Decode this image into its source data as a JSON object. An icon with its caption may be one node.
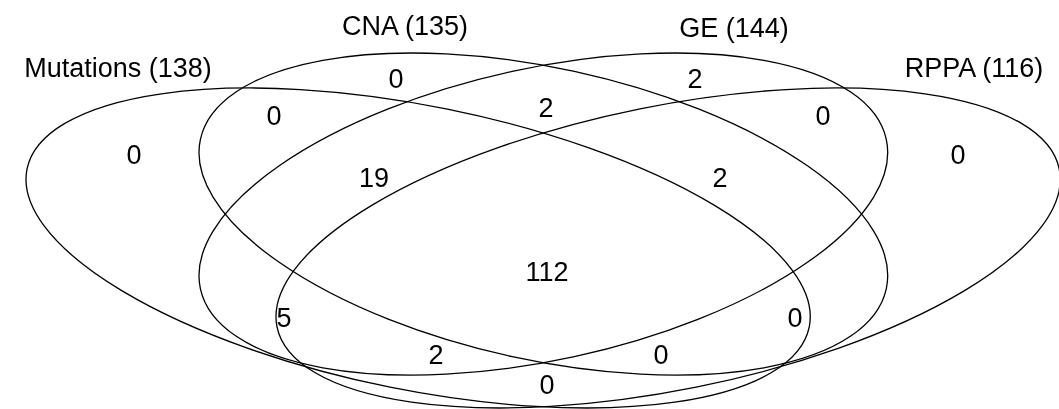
{
  "diagram": {
    "nodes": [
      {
        "text": [
          "Mutations (138)"
        ]
      },
      {
        "text": [
          "CNA (135)"
        ]
      },
      {
        "text": [
          "GE (144)"
        ]
      },
      {
        "text": [
          "RPPA (116)"
        ]
      }
    ],
    "labels": [
      "0",
      "2",
      "0",
      "2",
      "0",
      "0",
      "19",
      "2",
      "0",
      "112",
      "5",
      "0",
      "2",
      "0",
      "0"
    ]
  }
}
